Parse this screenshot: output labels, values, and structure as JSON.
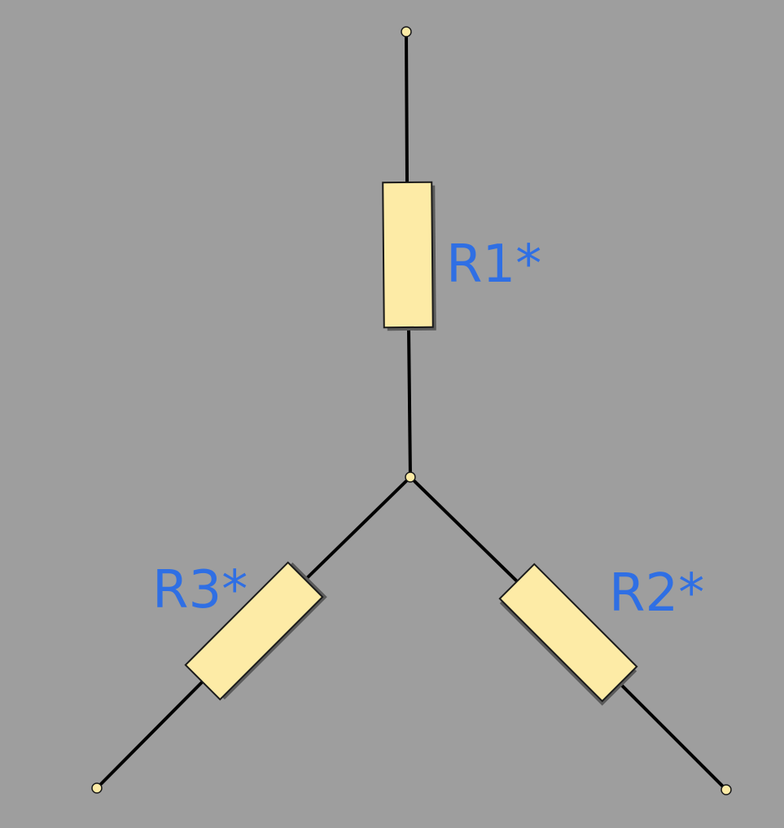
{
  "colors": {
    "background": "#9e9e9e",
    "wire": "#000000",
    "resistor_fill": "#fdeba6",
    "terminal_fill": "#fdeba6",
    "label": "#2f6fe4"
  },
  "components": [
    {
      "id": "R1",
      "label": "R1*",
      "type": "resistor"
    },
    {
      "id": "R2",
      "label": "R2*",
      "type": "resistor"
    },
    {
      "id": "R3",
      "label": "R3*",
      "type": "resistor"
    }
  ]
}
